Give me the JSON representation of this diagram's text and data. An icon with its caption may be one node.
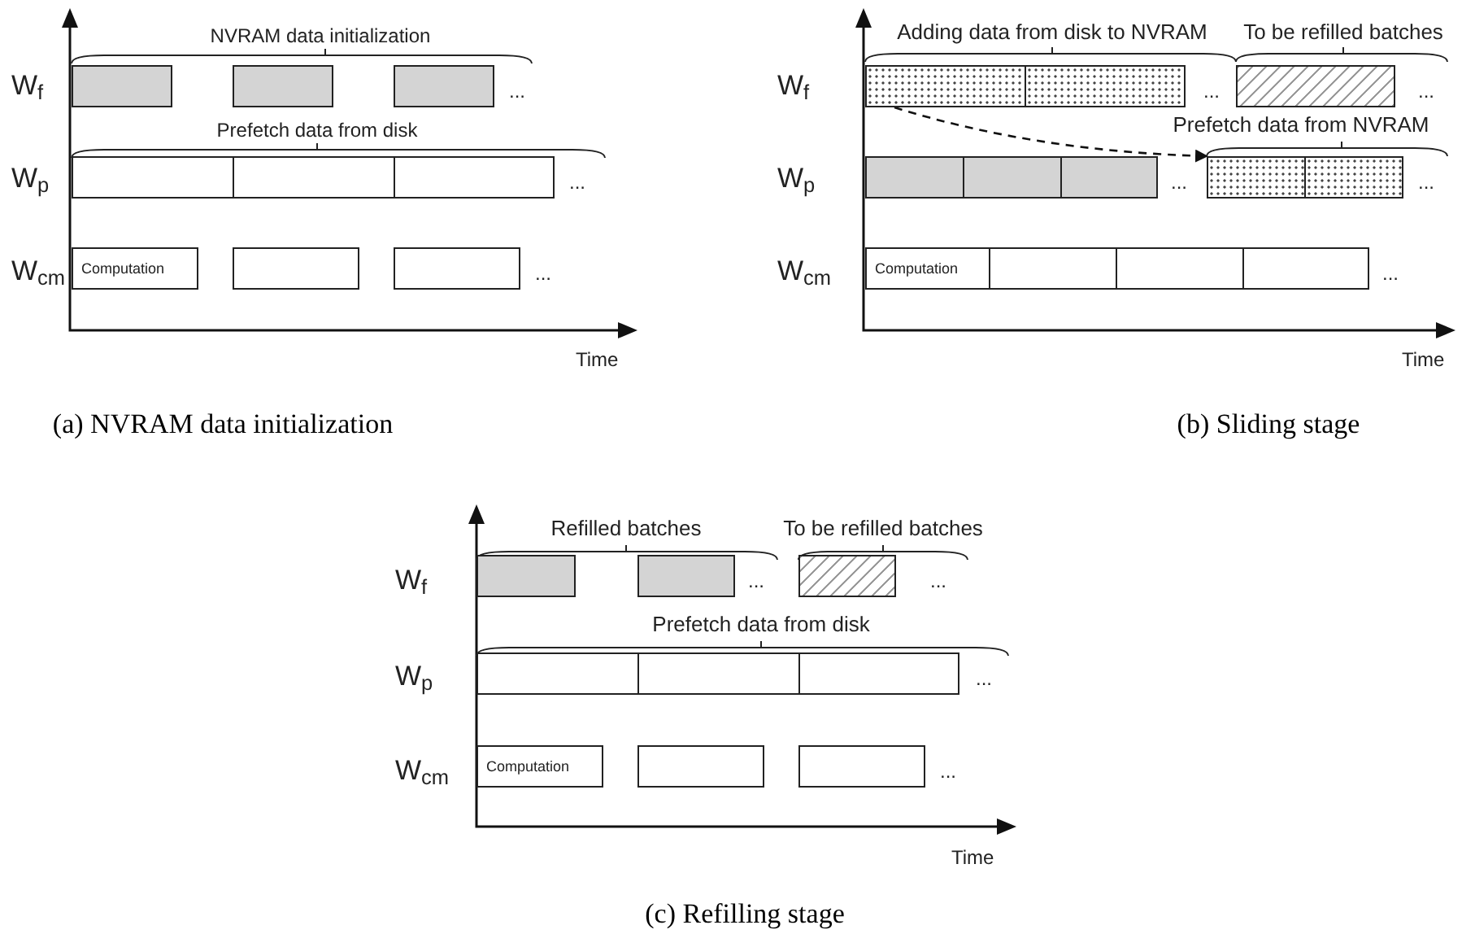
{
  "diagram": {
    "nodes": [
      {
        "text": [],
        "shape": "box"
      },
      {
        "text": [],
        "shape": "box"
      },
      {
        "text": [],
        "shape": "box"
      },
      {
        "text": [],
        "shape": "box"
      },
      {
        "text": [],
        "shape": "box"
      },
      {
        "text": [],
        "shape": "box"
      },
      {
        "text": [
          "Computation"
        ]
      },
      {
        "text": [],
        "shape": "box"
      },
      {
        "text": [],
        "shape": "box"
      },
      {
        "text": [],
        "shape": "box"
      },
      {
        "text": [],
        "shape": "box"
      },
      {
        "text": [],
        "shape": "box"
      },
      {
        "text": [],
        "shape": "box"
      },
      {
        "text": [],
        "shape": "box"
      },
      {
        "text": [],
        "shape": "box"
      },
      {
        "text": [],
        "shape": "box"
      },
      {
        "text": [],
        "shape": "box"
      },
      {
        "text": [
          "Computation"
        ]
      },
      {
        "text": [],
        "shape": "box"
      },
      {
        "text": [],
        "shape": "box"
      },
      {
        "text": [],
        "shape": "box"
      },
      {
        "text": [],
        "shape": "box"
      },
      {
        "text": [],
        "shape": "box"
      },
      {
        "text": [],
        "shape": "box"
      },
      {
        "text": [],
        "shape": "box"
      },
      {
        "text": [],
        "shape": "box"
      },
      {
        "text": [],
        "shape": "box"
      },
      {
        "text": [
          "Computation"
        ]
      },
      {
        "text": [],
        "shape": "box"
      },
      {
        "text": [],
        "shape": "box"
      }
    ],
    "edges": [
      {
        "from": 9,
        "to": 15,
        "arrow": "to",
        "style": "dashed"
      }
    ],
    "labels": [
      "NVRAM data initialization",
      "W$_{f}$",
      "...",
      "Prefetch data from disk",
      "W$_{p}$",
      "...",
      "W$_{cm}$",
      "...",
      "Time",
      "(a) NVRAM data initialization",
      "Adding data from disk to NVRAM",
      "To be refilled batches",
      "W$_{f}$",
      "...",
      "...",
      "Prefetch data from NVRAM",
      "W$_{p}$",
      "...",
      "...",
      "W$_{cm}$",
      "...",
      "Time",
      "(b) Sliding stage",
      "Refilled batches",
      "To be refilled batches",
      "W$_{f}$",
      "...",
      "...",
      "Prefetch data from disk",
      "W$_{p}$",
      "...",
      "W$_{cm}$",
      "...",
      "Time",
      "(c) Refilling stage"
    ]
  }
}
